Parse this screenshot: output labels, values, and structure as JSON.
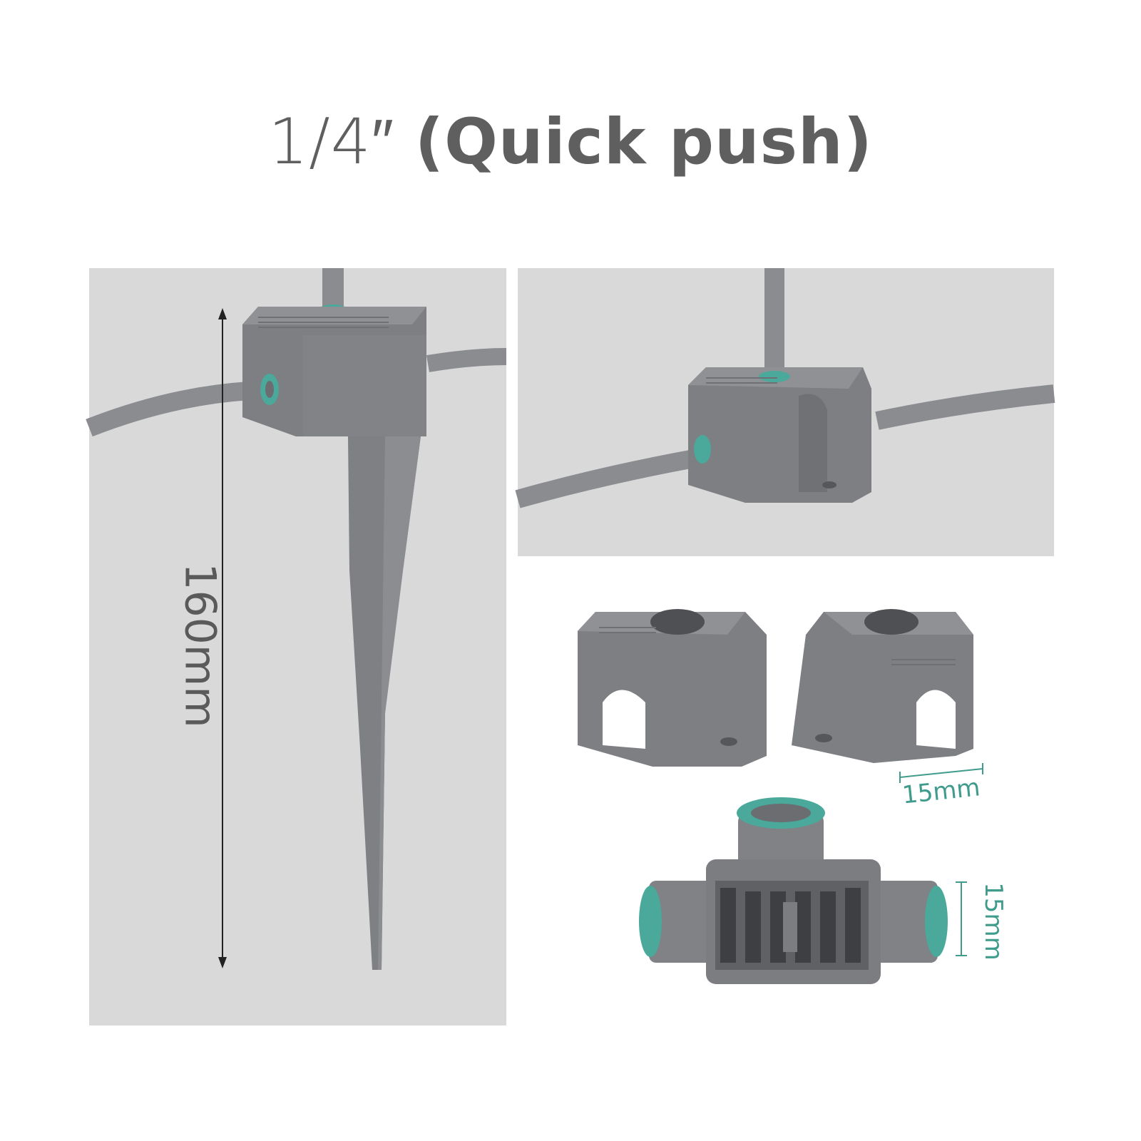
{
  "title": {
    "size": "1/4″",
    "type": "(Quick push)"
  },
  "dimensions": {
    "stake_height": "160mm",
    "clip_width": "15mm",
    "connector_height": "15mm"
  },
  "colors": {
    "background": "#ffffff",
    "panel": "#d9d9d9",
    "plastic": "#808286",
    "plastic_dark": "#6b6d71",
    "plastic_light": "#9a9ca0",
    "teal_ring": "#4aa99a",
    "text_gray": "#5f5f5f",
    "text_teal": "#3f9c8d"
  }
}
